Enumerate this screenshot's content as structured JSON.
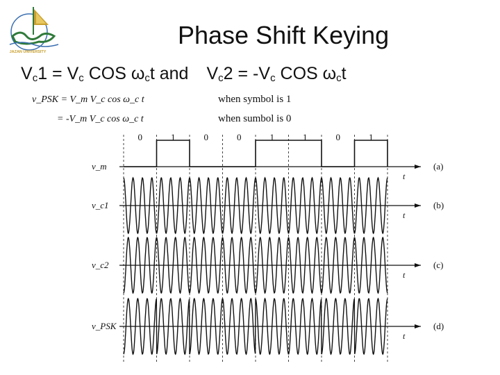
{
  "title": "Phase Shift Keying",
  "equation": {
    "vc1_lhs": "V",
    "vc1_lhs_sub": "c",
    "vc1_idx": "1 = V",
    "vc1_sub2": "c",
    "vc1_rhs": " COS ω",
    "vc1_sub3": "c",
    "vc1_tail": "t  and",
    "vc2_lhs": "V",
    "vc2_lhs_sub": "c",
    "vc2_idx": "2 = -V",
    "vc2_sub2": "c",
    "vc2_rhs": " COS ω",
    "vc2_sub3": "c",
    "vc2_tail": "t"
  },
  "logo": {
    "caption": "JAZAN UNIVERSITY",
    "colors": {
      "main": "#2f7a3a",
      "accent": "#c8a030",
      "blue": "#3a6fb0"
    }
  },
  "diagram": {
    "formula_lines": [
      {
        "lhs": "v_PSK = V_m V_c cos ω_c t",
        "condition": "when symbol is 1"
      },
      {
        "lhs": "= -V_m V_c cos ω_c t",
        "condition": "when sumbol is 0"
      }
    ],
    "bits": [
      "0",
      "1",
      "0",
      "0",
      "1",
      "1",
      "0",
      "1"
    ],
    "rows": [
      {
        "label": "v_m",
        "tag": "(a)",
        "axis": "t",
        "kind": "bipolar"
      },
      {
        "label": "v_c1",
        "tag": "(b)",
        "axis": "t",
        "kind": "carrier"
      },
      {
        "label": "v_c2",
        "tag": "(c)",
        "axis": "t",
        "kind": "inverted"
      },
      {
        "label": "v_PSK",
        "tag": "(d)",
        "axis": "t",
        "kind": "psk"
      }
    ],
    "cycles_per_bit": 3.5,
    "colors": {
      "ink": "#111111",
      "grid": "#444444"
    }
  }
}
